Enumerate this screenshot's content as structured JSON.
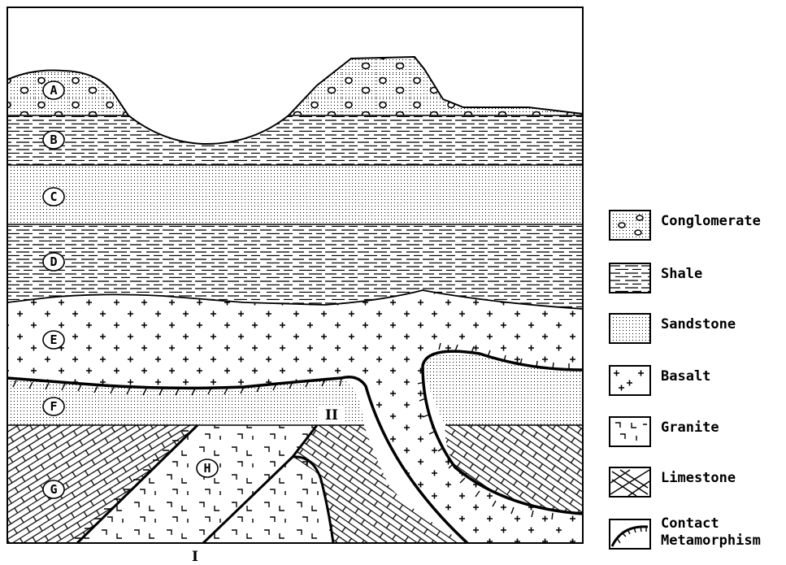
{
  "layers": {
    "a": "A",
    "b": "B",
    "c": "C",
    "d": "D",
    "e": "E",
    "f": "F",
    "g": "G",
    "h": "H"
  },
  "markers": {
    "one": "I",
    "two": "II"
  },
  "legend": {
    "conglomerate": "Conglomerate",
    "shale": "Shale",
    "sandstone": "Sandstone",
    "basalt": "Basalt",
    "granite": "Granite",
    "limestone": "Limestone",
    "contact": "Contact\nMetamorphism"
  }
}
